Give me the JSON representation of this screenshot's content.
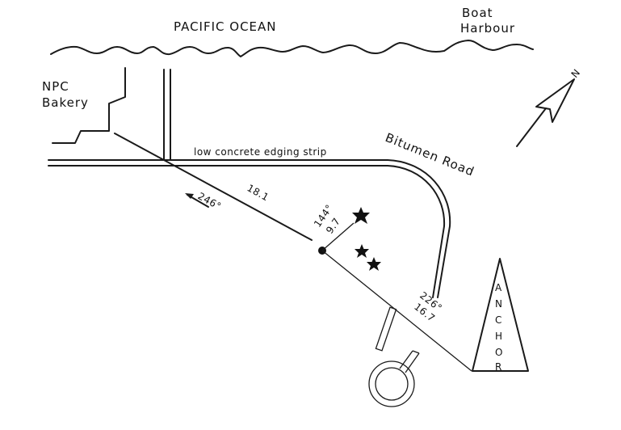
{
  "diagram": {
    "title": "Site sketch near Boat Harbour",
    "labels": {
      "ocean": "PACIFIC OCEAN",
      "harbour_line1": "Boat",
      "harbour_line2": "Harbour",
      "bakery_line1": "NPC",
      "bakery_line2": "Bakery",
      "edging_strip": "low concrete edging strip",
      "road": "Bitumen Road",
      "north": "N",
      "anchor": [
        "A",
        "N",
        "C",
        "H",
        "O",
        "R"
      ]
    },
    "measurements": [
      {
        "id": "bearing-main",
        "bearing": "246°",
        "distance": "18.1"
      },
      {
        "id": "to-tree",
        "bearing": "144°",
        "distance": "9.7"
      },
      {
        "id": "to-anchor",
        "bearing": "226°",
        "distance": "16.7"
      }
    ],
    "colors": {
      "line": "#1a1a1a",
      "background": "#ffffff"
    }
  }
}
